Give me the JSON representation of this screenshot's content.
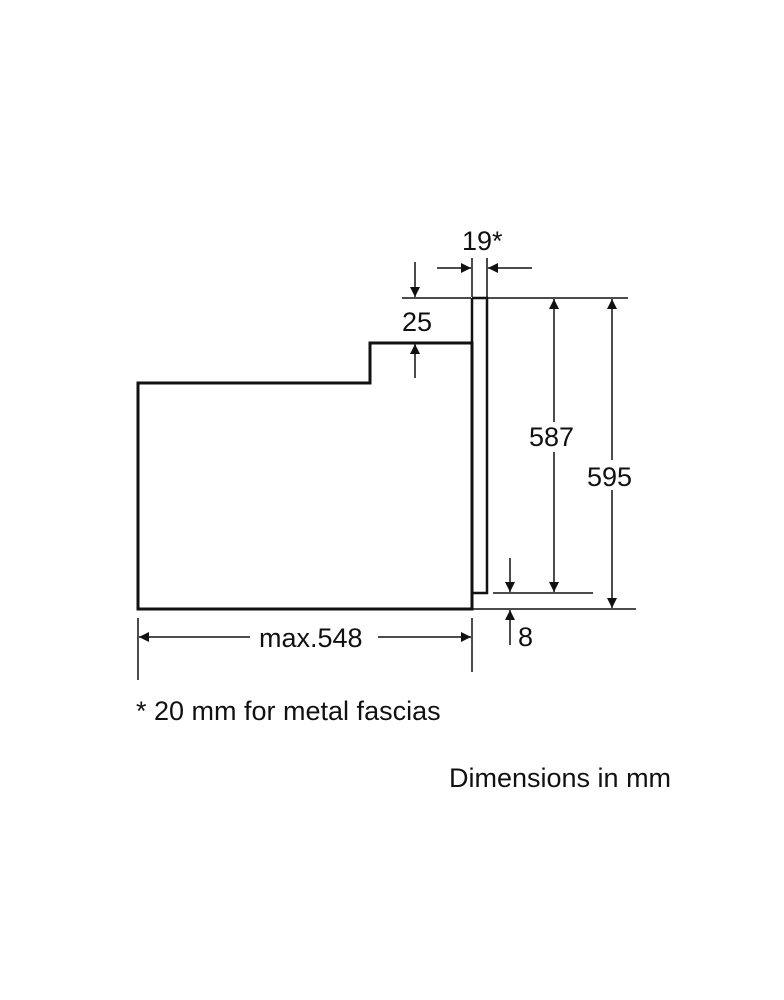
{
  "labels": {
    "fascia_thickness": "19*",
    "top_step": "25",
    "inner_height": "587",
    "total_height": "595",
    "depth": "max.548",
    "bottom_gap": "8"
  },
  "footnote": "* 20 mm for metal fascias",
  "units_note": "Dimensions in mm",
  "colors": {
    "line": "#111111",
    "background": "#ffffff"
  }
}
